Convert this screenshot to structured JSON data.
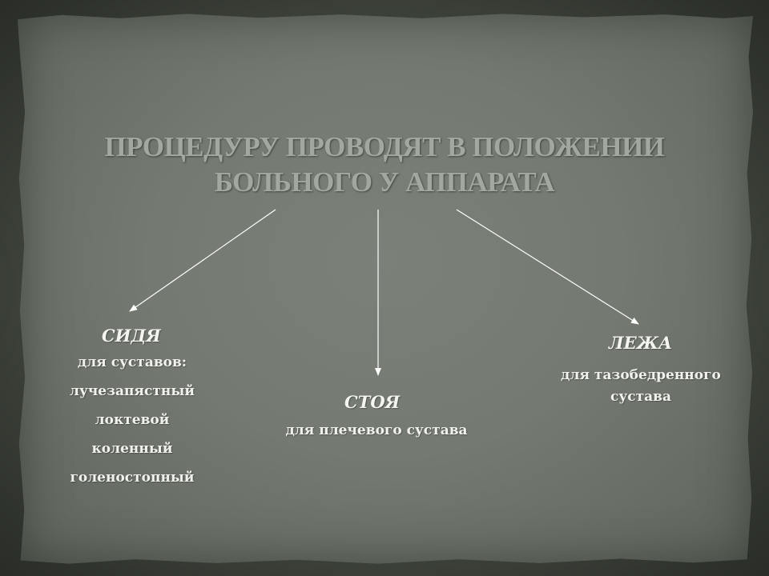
{
  "title": {
    "line1": "ПРОЦЕДУРУ ПРОВОДЯТ В ПОЛОЖЕНИИ",
    "line2": "БОЛЬНОГО У АППАРАТА"
  },
  "positions": {
    "sitting": {
      "heading": "СИДЯ",
      "lines": [
        "для суставов:",
        "лучезапястный",
        "локтевой",
        "коленный",
        "голеностопный"
      ]
    },
    "standing": {
      "heading": "СТОЯ",
      "lines": [
        "для плечевого сустава"
      ]
    },
    "lying": {
      "heading": "ЛЕЖА",
      "lines": [
        "для тазобедренного",
        "сустава"
      ]
    }
  },
  "colors": {
    "title": "#a3a89f",
    "text": "#f1f1ee",
    "arrow": "#ffffff",
    "paper": "#747a71",
    "frame": "#3f443c"
  }
}
